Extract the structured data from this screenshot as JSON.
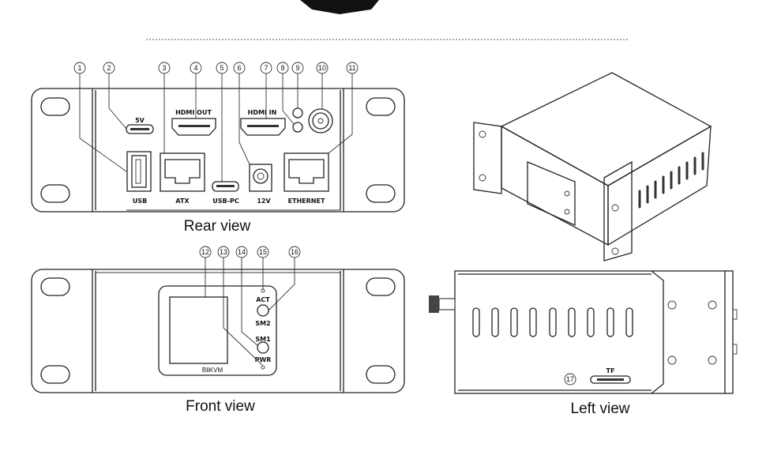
{
  "captions": {
    "rear": "Rear view",
    "front": "Front view",
    "left": "Left view"
  },
  "rear_labels": {
    "usb": "USB",
    "power_5v": "5V",
    "atx": "ATX",
    "hdmi_out": "HDMI OUT",
    "usb_pc": "USB-PC",
    "power_12v": "12V",
    "hdmi_in": "HDMI IN",
    "ethernet": "ETHERNET"
  },
  "front_labels": {
    "act": "ACT",
    "sm2": "SM2",
    "sm1": "SM1",
    "pwr": "PWR",
    "brand": "BliKVM"
  },
  "left_labels": {
    "tf": "TF"
  },
  "callouts": [
    "1",
    "2",
    "3",
    "4",
    "5",
    "6",
    "7",
    "8",
    "9",
    "10",
    "11",
    "12",
    "13",
    "14",
    "15",
    "16",
    "17"
  ]
}
